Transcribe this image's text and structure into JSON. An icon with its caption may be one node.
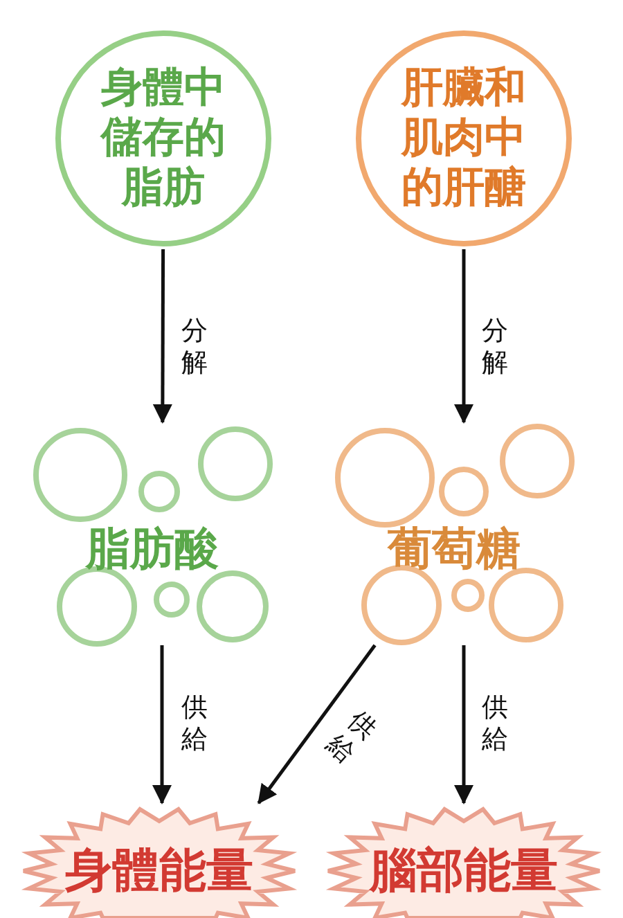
{
  "diagram": {
    "nodes": [
      {
        "text": [
          "身體中儲存的脂肪"
        ]
      },
      {
        "text": [
          "肝臟和肌肉中的肝醣"
        ]
      },
      {
        "text": [
          "脂肪酸"
        ]
      },
      {
        "text": [
          "葡萄糖"
        ]
      },
      {
        "text": [
          "身體能量"
        ]
      },
      {
        "text": [
          "腦部能量"
        ]
      }
    ],
    "edges": [
      {
        "from": 0,
        "to": 2,
        "arrow": "to",
        "label": "分解"
      },
      {
        "from": 1,
        "to": 3,
        "arrow": "to",
        "label": "分解"
      },
      {
        "from": 2,
        "to": 4,
        "arrow": "to",
        "label": "供給"
      },
      {
        "from": 3,
        "to": 4,
        "arrow": "to",
        "label": "供給"
      },
      {
        "from": 3,
        "to": 5,
        "arrow": "to",
        "label": "供給"
      }
    ]
  }
}
